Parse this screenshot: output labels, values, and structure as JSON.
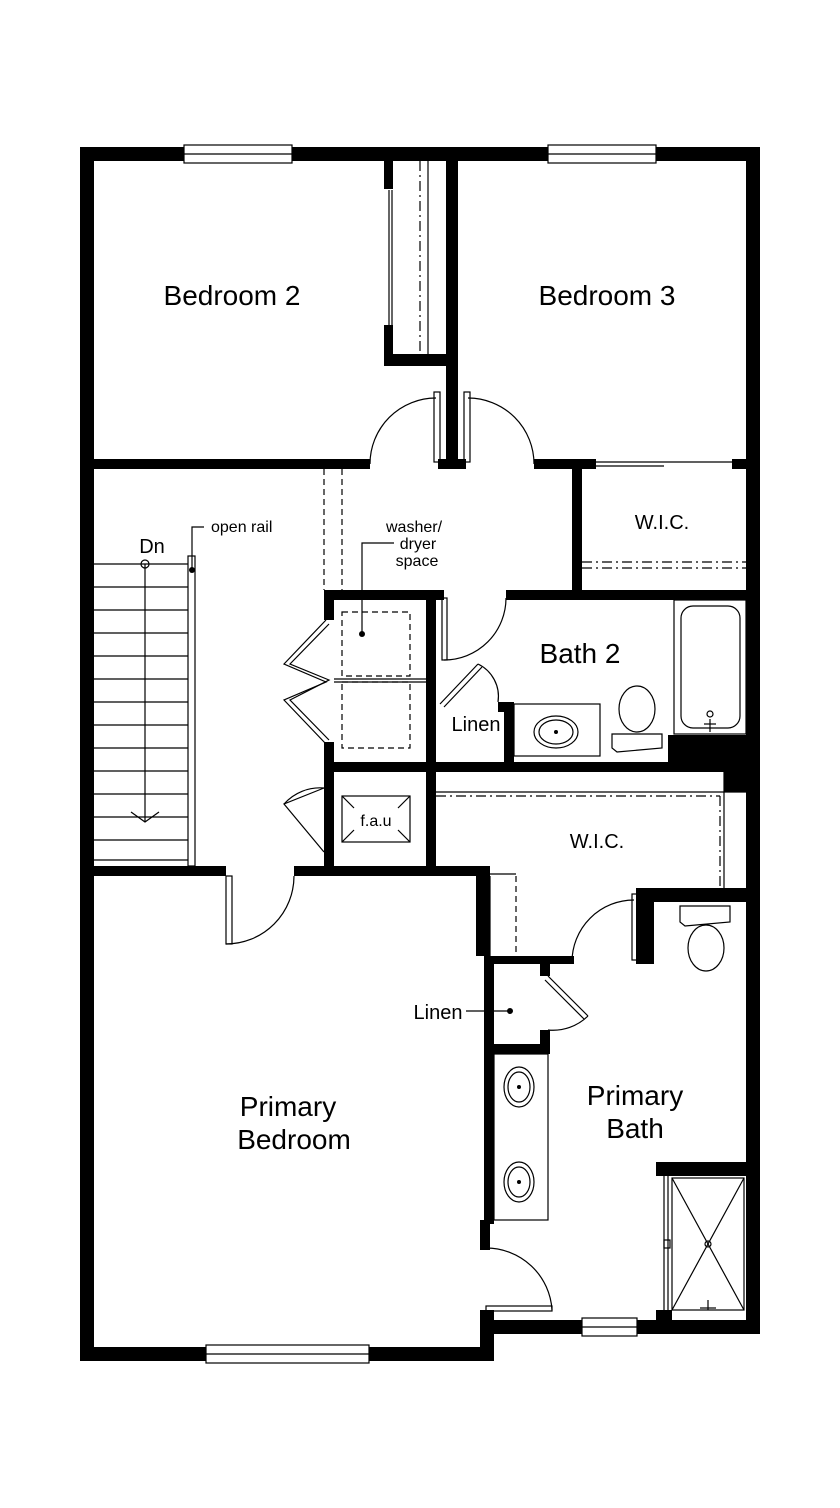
{
  "labels": {
    "bedroom2": "Bedroom 2",
    "bedroom3": "Bedroom 3",
    "wic_upper": "W.I.C.",
    "washer_line1": "washer/",
    "washer_line2": "dryer",
    "washer_line3": "space",
    "open_rail": "open rail",
    "stairs_dn": "Dn",
    "bath2": "Bath 2",
    "linen_bath2": "Linen",
    "fau": "f.a.u",
    "wic_lower": "W.I.C.",
    "linen_primary": "Linen",
    "primary_bedroom_line1": "Primary",
    "primary_bedroom_line2": "Bedroom",
    "primary_bath_line1": "Primary",
    "primary_bath_line2": "Bath"
  },
  "colors": {
    "wall": "#000000",
    "background": "#ffffff"
  }
}
